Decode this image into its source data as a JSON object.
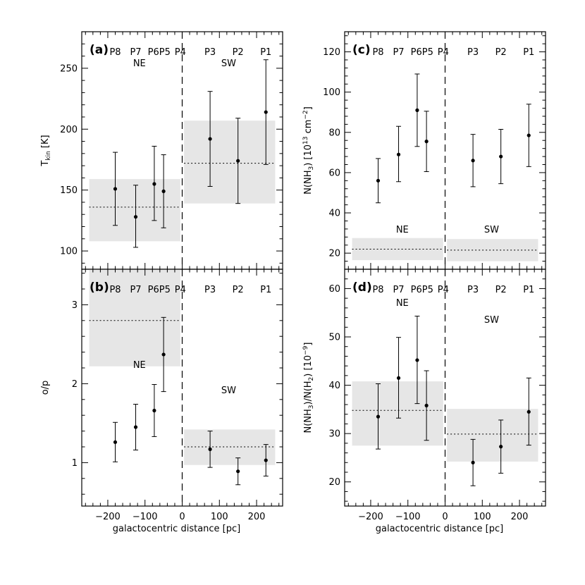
{
  "chart_data": [
    {
      "id": "a",
      "type": "scatter",
      "panel_label": "(a)",
      "xlabel": "",
      "ylabel": "T_kin [K]",
      "ylabel_main": "T",
      "ylabel_sub": "kin",
      "ylabel_rest": " [K]",
      "xlim": [
        -270,
        270
      ],
      "ylim": [
        85,
        280
      ],
      "yticks": [
        100,
        150,
        200,
        250
      ],
      "point_labels": [
        "P8",
        "P7",
        "P6P5",
        "P4",
        "P3",
        "P2",
        "P1"
      ],
      "regions": {
        "left": "NE",
        "right": "SW"
      },
      "series": [
        {
          "x": [
            -180,
            -125,
            -75,
            -50,
            75,
            150,
            225
          ],
          "y": [
            151,
            128,
            155,
            149,
            192,
            174,
            214
          ],
          "yerr_low": [
            30,
            25,
            30,
            30,
            39,
            35,
            43
          ],
          "yerr_high": [
            30,
            26,
            31,
            30,
            39,
            35,
            43
          ]
        }
      ],
      "bands": [
        {
          "x": [
            -250,
            -5
          ],
          "y": [
            108,
            159
          ],
          "mean": 136
        },
        {
          "x": [
            5,
            250
          ],
          "y": [
            139,
            207
          ],
          "mean": 172
        }
      ]
    },
    {
      "id": "b",
      "type": "scatter",
      "panel_label": "(b)",
      "xlabel": "galactocentric distance [pc]",
      "ylabel": "o/p",
      "xlim": [
        -270,
        270
      ],
      "ylim": [
        0.45,
        3.45
      ],
      "yticks": [
        1,
        2,
        3
      ],
      "xticks": [
        -200,
        -100,
        0,
        100,
        200
      ],
      "point_labels": [
        "P8",
        "P7",
        "P6P5",
        "P4",
        "P3",
        "P2",
        "P1"
      ],
      "regions": {
        "left": "NE",
        "right": "SW"
      },
      "series": [
        {
          "x": [
            -180,
            -125,
            -75,
            -50,
            75,
            150,
            225
          ],
          "y": [
            1.26,
            1.45,
            1.66,
            2.37,
            1.17,
            0.89,
            1.03
          ],
          "yerr_low": [
            0.25,
            0.29,
            0.33,
            0.47,
            0.23,
            0.17,
            0.2
          ],
          "yerr_high": [
            0.25,
            0.29,
            0.33,
            0.47,
            0.23,
            0.17,
            0.2
          ]
        }
      ],
      "bands": [
        {
          "x": [
            -250,
            -5
          ],
          "y": [
            2.22,
            3.45
          ],
          "mean": 2.8
        },
        {
          "x": [
            5,
            250
          ],
          "y": [
            0.97,
            1.42
          ],
          "mean": 1.2
        }
      ]
    },
    {
      "id": "c",
      "type": "scatter",
      "panel_label": "(c)",
      "xlabel": "",
      "ylabel": "N(NH3) [10^13 cm^-2]",
      "xlim": [
        -270,
        270
      ],
      "ylim": [
        12,
        130
      ],
      "yticks": [
        20,
        40,
        60,
        80,
        100,
        120
      ],
      "point_labels": [
        "P8",
        "P7",
        "P6P5",
        "P4",
        "P3",
        "P2",
        "P1"
      ],
      "regions": {
        "left": "NE",
        "right": "SW"
      },
      "series": [
        {
          "x": [
            -180,
            -125,
            -75,
            -50,
            75,
            150,
            225
          ],
          "y": [
            56,
            69,
            91,
            75.5,
            66,
            68,
            78.5
          ],
          "yerr_low": [
            11,
            13.5,
            18,
            15,
            13,
            13.5,
            15.5
          ],
          "yerr_high": [
            11,
            14,
            18,
            15,
            13,
            13.5,
            15.5
          ]
        }
      ],
      "bands": [
        {
          "x": [
            -250,
            -5
          ],
          "y": [
            16.5,
            27.5
          ],
          "mean": 22
        },
        {
          "x": [
            5,
            250
          ],
          "y": [
            16,
            27
          ],
          "mean": 21.5
        }
      ]
    },
    {
      "id": "d",
      "type": "scatter",
      "panel_label": "(d)",
      "xlabel": "galactocentric distance [pc]",
      "ylabel": "N(NH3)/N(H2) [10^-9]",
      "xlim": [
        -270,
        270
      ],
      "ylim": [
        15,
        64
      ],
      "yticks": [
        20,
        30,
        40,
        50,
        60
      ],
      "xticks": [
        -200,
        -100,
        0,
        100,
        200
      ],
      "point_labels": [
        "P8",
        "P7",
        "P6P5",
        "P4",
        "P3",
        "P2",
        "P1"
      ],
      "regions": {
        "left": "NE",
        "right": "SW"
      },
      "series": [
        {
          "x": [
            -180,
            -125,
            -75,
            -50,
            75,
            150,
            225
          ],
          "y": [
            33.5,
            41.5,
            45.2,
            35.8,
            24,
            27.3,
            34.5
          ],
          "yerr_low": [
            6.7,
            8.3,
            9,
            7.2,
            4.8,
            5.5,
            6.9
          ],
          "yerr_high": [
            6.8,
            8.4,
            9.1,
            7.2,
            4.8,
            5.5,
            7
          ]
        }
      ],
      "bands": [
        {
          "x": [
            -250,
            -5
          ],
          "y": [
            27.5,
            40.8
          ],
          "mean": 34.8
        },
        {
          "x": [
            5,
            250
          ],
          "y": [
            24.2,
            35.1
          ],
          "mean": 29.9
        }
      ]
    }
  ]
}
